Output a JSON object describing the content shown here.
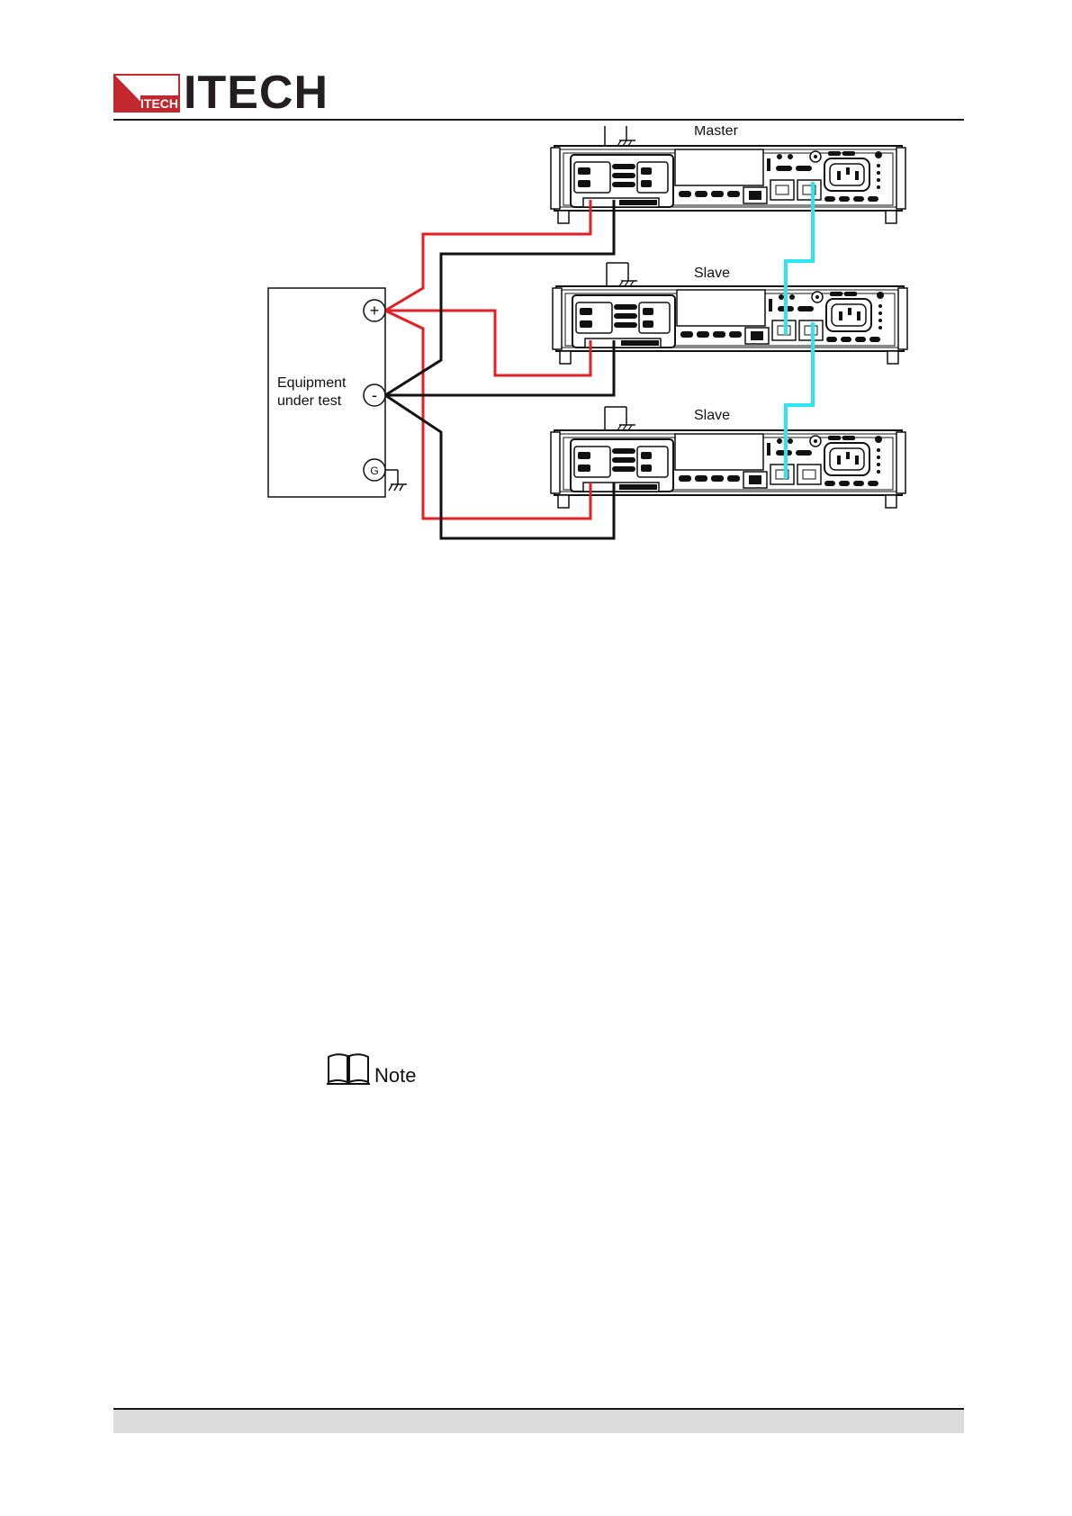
{
  "brand": {
    "logo_mark_text": "ITECH",
    "logo_word": "ITECH",
    "primary_color": "#c1272d",
    "text_color": "#231f20"
  },
  "diagram": {
    "master_label": "Master",
    "slave_label_1": "Slave",
    "slave_label_2": "Slave",
    "eut_label_line1": "Equipment",
    "eut_label_line2": "under test",
    "terminal_plus": "+",
    "terminal_minus": "-",
    "terminal_ground": "G",
    "wire_positive_color": "#e31e24",
    "wire_negative_color": "#111111",
    "wire_comm_color": "#2ee6f0"
  },
  "note": {
    "label": "Note",
    "icon": "book-icon"
  }
}
